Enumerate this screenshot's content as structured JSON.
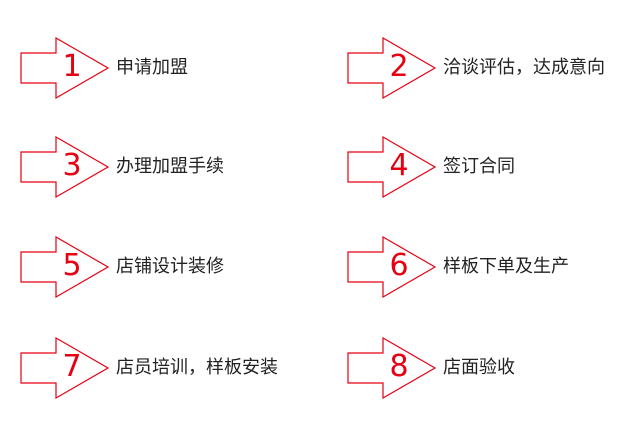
{
  "colors": {
    "accent": "#e60012",
    "text": "#222222",
    "background": "#ffffff"
  },
  "steps": [
    {
      "number": "1",
      "label": "申请加盟"
    },
    {
      "number": "2",
      "label": "洽谈评估，达成意向"
    },
    {
      "number": "3",
      "label": "办理加盟手续"
    },
    {
      "number": "4",
      "label": "签订合同"
    },
    {
      "number": "5",
      "label": "店铺设计装修"
    },
    {
      "number": "6",
      "label": "样板下单及生产"
    },
    {
      "number": "7",
      "label": "店员培训，样板安装"
    },
    {
      "number": "8",
      "label": "店面验收"
    }
  ]
}
